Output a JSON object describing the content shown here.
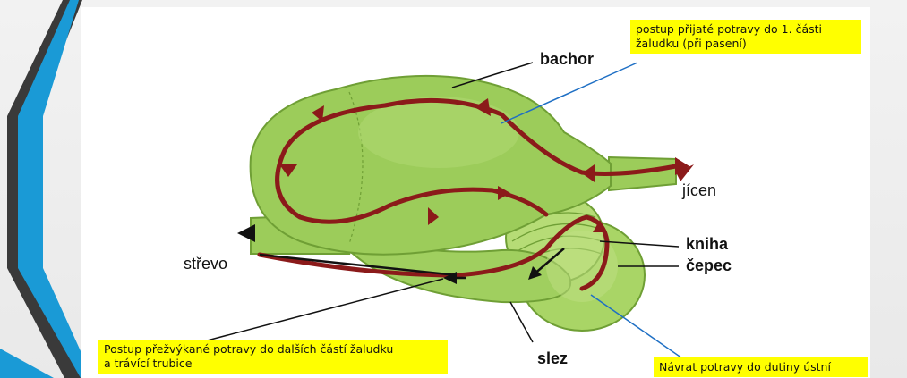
{
  "labels": {
    "bachor": "bachor",
    "jicen": "jícen",
    "kniha": "kniha",
    "cepec": "čepec",
    "strevo": "střevo",
    "slez": "slez"
  },
  "notes": {
    "top_right": [
      "postup přijaté potravy do 1. části",
      "žaludku (při pasení)"
    ],
    "bottom_left": [
      "Postup přežvýkané potravy do dalších částí žaludku",
      "a trávící trubice"
    ],
    "bottom_right": "Návrat potravy do dutiny ústní"
  },
  "colors": {
    "stomach": "#9ccc5a",
    "stomach_dark": "#6f9f35",
    "arrow_path": "#8b1a1a",
    "note_bg": "#ffff00",
    "pointer": "#1e6fc4"
  }
}
